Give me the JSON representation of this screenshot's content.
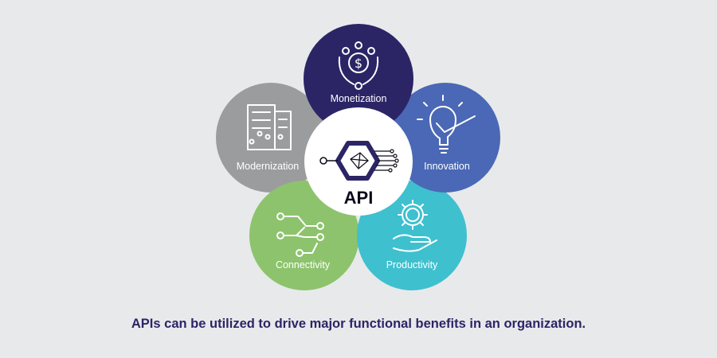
{
  "center": {
    "label": "API",
    "icon": "api-hexagon-icon"
  },
  "petals": [
    {
      "key": "monetization",
      "label": "Monetization",
      "color": "#2b2566",
      "icon": "money-cycle-icon"
    },
    {
      "key": "innovation",
      "label": "Innovation",
      "color": "#4a68b5",
      "icon": "lightbulb-check-icon"
    },
    {
      "key": "productivity",
      "label": "Productivity",
      "color": "#3ec0cf",
      "icon": "gear-hand-icon"
    },
    {
      "key": "connectivity",
      "label": "Connectivity",
      "color": "#8dc36c",
      "icon": "circuit-nodes-icon"
    },
    {
      "key": "modernization",
      "label": "Modernization",
      "color": "#9b9c9e",
      "icon": "building-circuit-icon"
    }
  ],
  "caption": "APIs can be utilized to drive major functional benefits in an organization."
}
